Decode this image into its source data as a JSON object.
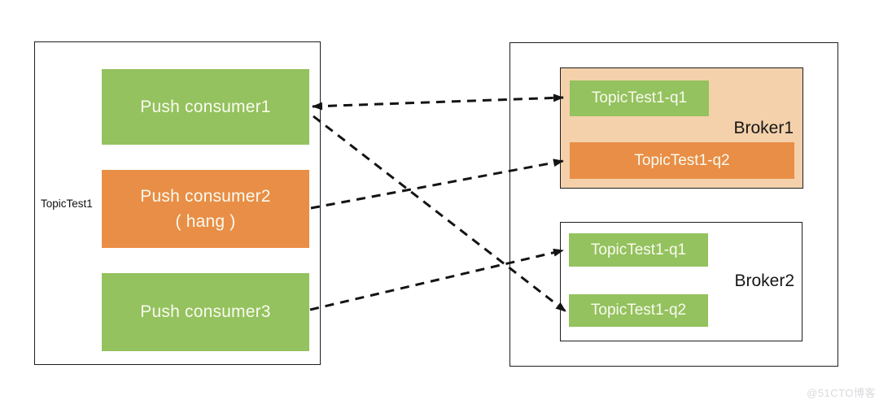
{
  "page": {
    "watermark": "@51CTO博客"
  },
  "colors": {
    "consumer_green": "#94c25e",
    "consumer_orange": "#e98e46",
    "broker1_background": "#f4d1ab",
    "queue_green": "#94c25e",
    "queue_orange": "#e98e46",
    "edge_line": "#141414",
    "box_border": "#1e1e1e",
    "box_text": "#f9faef",
    "label_text": "#111111",
    "watermark_text": "#d9dade"
  },
  "left_group": {
    "topic_label": "TopicTest1",
    "consumers": [
      {
        "label": "Push consumer1",
        "sublabel": ""
      },
      {
        "label": "Push consumer2",
        "sublabel": "( hang )"
      },
      {
        "label": "Push consumer3",
        "sublabel": ""
      }
    ]
  },
  "brokers": [
    {
      "label": "Broker1",
      "highlighted": true,
      "queues": [
        {
          "label": "TopicTest1-q1",
          "color": "green"
        },
        {
          "label": "TopicTest1-q2",
          "color": "orange"
        }
      ]
    },
    {
      "label": "Broker2",
      "highlighted": false,
      "queues": [
        {
          "label": "TopicTest1-q1",
          "color": "green"
        },
        {
          "label": "TopicTest1-q2",
          "color": "green"
        }
      ]
    }
  ],
  "edges": [
    {
      "from": "Push consumer1",
      "to": "Broker1 / TopicTest1-q1",
      "style": "dashed",
      "arrows": "both"
    },
    {
      "from": "Push consumer1",
      "to": "Broker2 / TopicTest1-q2",
      "style": "dashed",
      "arrows": "to"
    },
    {
      "from": "Push consumer2",
      "to": "Broker1 / TopicTest1-q2",
      "style": "dashed",
      "arrows": "to"
    },
    {
      "from": "Push consumer3",
      "to": "Broker2 / TopicTest1-q1",
      "style": "dashed",
      "arrows": "to"
    }
  ]
}
